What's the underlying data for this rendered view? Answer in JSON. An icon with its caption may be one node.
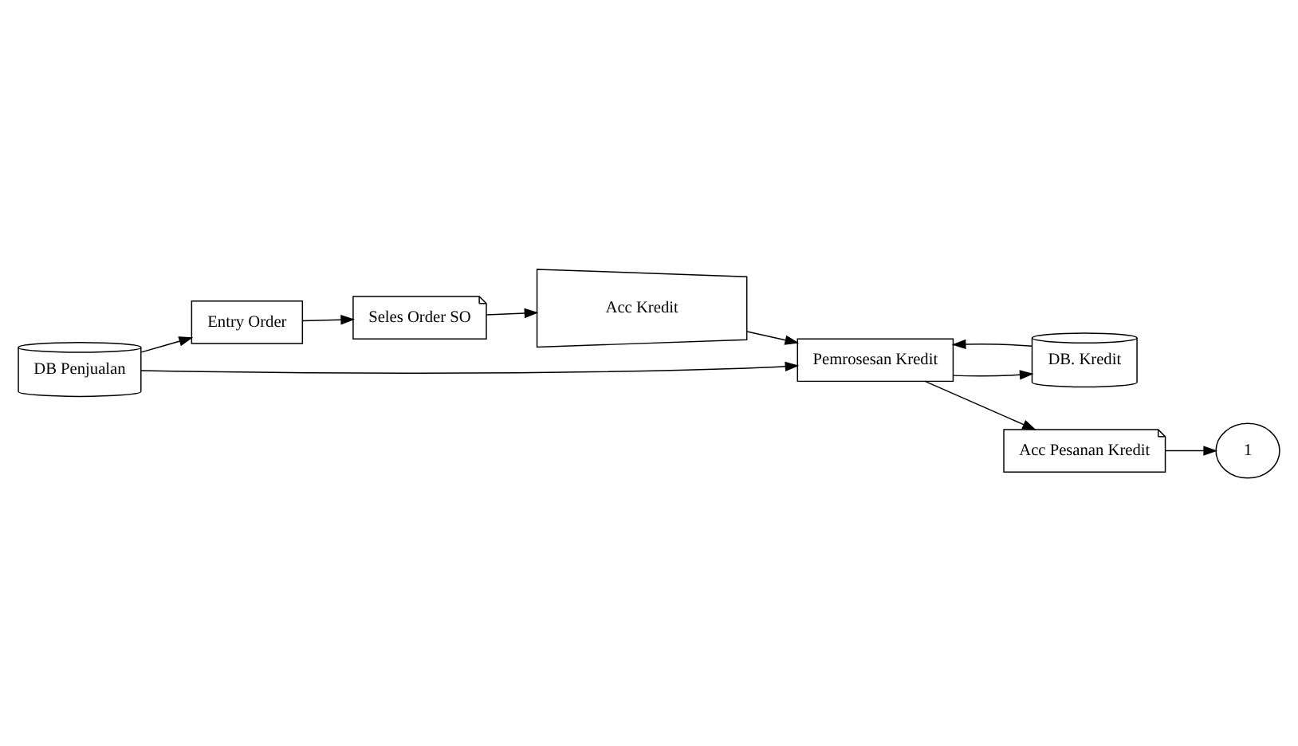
{
  "diagram": {
    "nodes": [
      {
        "text": [
          "Seles Order SO"
        ]
      },
      {
        "text": [
          "Acc Kredit"
        ]
      },
      {
        "text": [
          "Entry Order"
        ]
      },
      {
        "text": [
          "DB Penjualan"
        ]
      },
      {
        "text": [
          "Pemrosesan Kredit"
        ]
      },
      {
        "text": [
          "DB. Kredit"
        ]
      },
      {
        "text": [
          "Acc Pesanan Kredit"
        ]
      },
      {
        "text": [
          "1"
        ]
      }
    ],
    "edges": [
      {
        "from": 2,
        "to": 0,
        "arrow": "to"
      },
      {
        "from": 0,
        "to": 1,
        "arrow": "to"
      },
      {
        "from": 1,
        "to": 4,
        "arrow": "to"
      },
      {
        "from": 3,
        "to": 2,
        "arrow": "to"
      },
      {
        "from": 3,
        "to": 4,
        "arrow": "to"
      },
      {
        "from": 4,
        "to": 5,
        "arrow": "to"
      },
      {
        "from": 5,
        "to": 4,
        "arrow": "to"
      },
      {
        "from": 4,
        "to": 6,
        "arrow": "to"
      },
      {
        "from": 6,
        "to": 7,
        "arrow": "to"
      }
    ]
  }
}
